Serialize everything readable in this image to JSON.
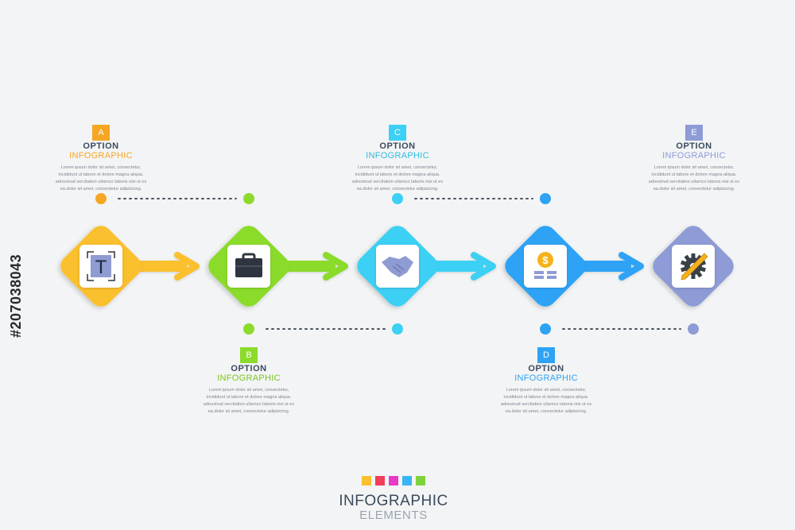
{
  "colors": {
    "background": "#f3f4f5",
    "step_a": "#fbc02d",
    "step_b": "#8bdb2b",
    "step_c": "#3cd0f5",
    "step_d": "#2ea3f5",
    "step_e": "#8e9bd6",
    "accent_orange": "#f5a623"
  },
  "steps": [
    {
      "letter": "A",
      "word1": "OPTION",
      "word2": "INFOGRAPHIC",
      "icon": "text-tool-icon",
      "body": "Lorem ipsum dolor sit amet, consectetur, incididunt ut labore et dolore magna aliqua. adnostrud xercitation ullamco laboris nisi ut ex ea.dolor sit amet, consectetur adipisicing."
    },
    {
      "letter": "B",
      "word1": "OPTION",
      "word2": "INFOGRAPHIC",
      "icon": "briefcase-icon",
      "body": "Lorem ipsum dolor sit amet, consectetur, incididunt ut labore et dolore magna aliqua. adnostrud xercitation ullamco laboris nisi ut ex ea.dolor sit amet, consectetur adipisicing."
    },
    {
      "letter": "C",
      "word1": "OPTION",
      "word2": "INFOGRAPHIC",
      "icon": "handshake-icon",
      "body": "Lorem ipsum dolor sit amet, consectetur, incididunt ut labore et dolore magna aliqua. adnostrud xercitation ullamco laboris nisi ut ex ea.dolor sit amet, consectetur adipisicing."
    },
    {
      "letter": "D",
      "word1": "OPTION",
      "word2": "INFOGRAPHIC",
      "icon": "coin-stack-icon",
      "body": "Lorem ipsum dolor sit amet, consectetur, incididunt ut labore et dolore magna aliqua. adnostrud xercitation ullamco laboris nisi ut ex ea.dolor sit amet, consectetur adipisicing."
    },
    {
      "letter": "E",
      "word1": "OPTION",
      "word2": "INFOGRAPHIC",
      "icon": "gear-pencil-icon",
      "body": "Lorem ipsum dolor sit amet, consectetur, incididunt ut labore et dolore magna aliqua. adnostrud xercitation ullamco laboris nisi ut ex ea.dolor sit amet, consectetur adipisicing."
    }
  ],
  "footer": {
    "title": "INFOGRAPHIC",
    "subtitle": "ELEMENTS",
    "square_colors": [
      "#fbc02d",
      "#f03e5b",
      "#e83ac9",
      "#38b6f5",
      "#7fd33a"
    ]
  },
  "watermark": "#207038043"
}
